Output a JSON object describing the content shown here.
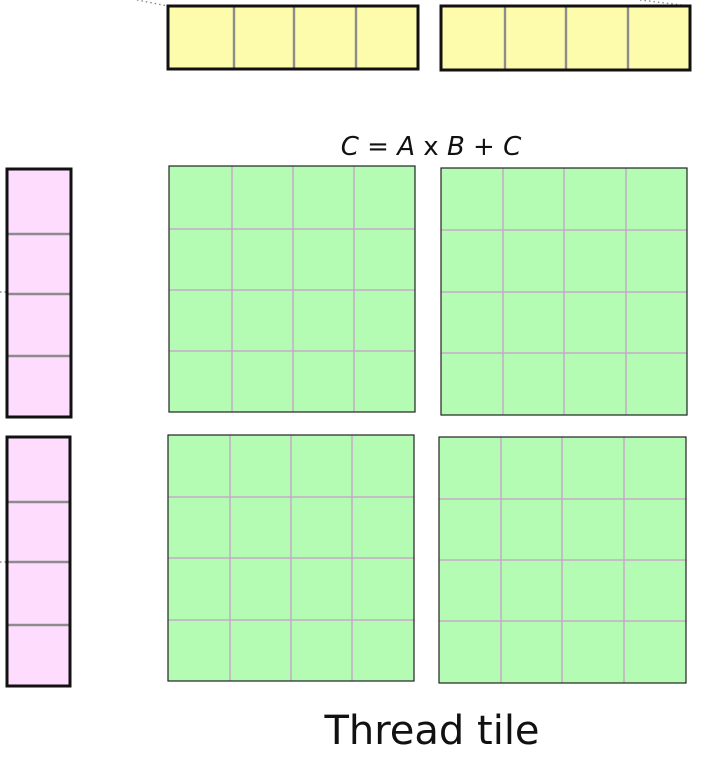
{
  "formula": {
    "c": "C",
    "eq": " = ",
    "a": "A",
    "x": " x ",
    "b": "B",
    "plus": " + ",
    "c2": "C"
  },
  "caption": "Thread tile",
  "colors": {
    "b_fragment": "#fdfbac",
    "a_fragment": "#fedcfe",
    "accumulator": "#b4fcb4",
    "cell_divider": "#8c8c8c",
    "accumulator_divider": "#c6a9c6"
  },
  "b_fragments": {
    "count": 2,
    "cells_per_fragment": 4
  },
  "a_fragments": {
    "count": 2,
    "cells_per_fragment": 4
  },
  "accumulator_tiles": {
    "rows": 2,
    "cols": 2,
    "grid": 4
  }
}
